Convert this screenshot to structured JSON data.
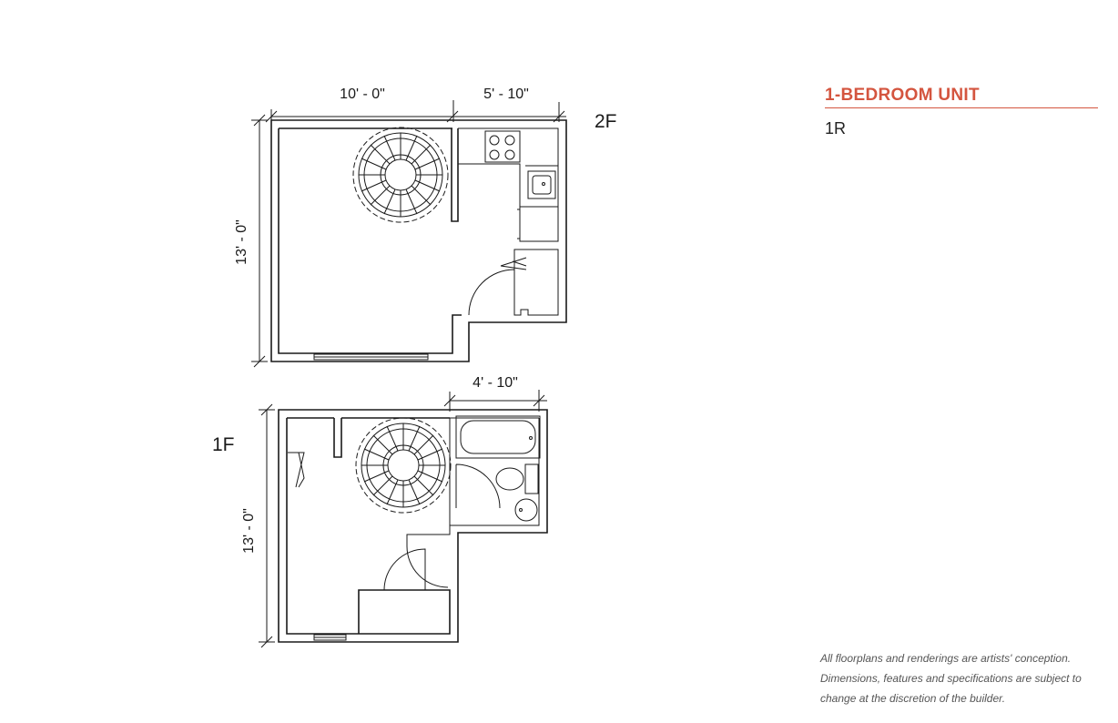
{
  "unit": {
    "title": "1-BEDROOM UNIT",
    "code": "1R"
  },
  "floors": {
    "upper": {
      "label": "2F",
      "dim_width_left": "10' - 0\"",
      "dim_width_right": "5' - 10\"",
      "dim_depth": "13' - 0\""
    },
    "lower": {
      "label": "1F",
      "dim_width_right": "4' - 10\"",
      "dim_depth": "13' - 0\""
    }
  },
  "disclaimer": {
    "line1": "All floorplans and renderings are artists' conception.",
    "line2": "Dimensions, features and specifications are subject to",
    "line3": "change at the discretion of the builder."
  }
}
